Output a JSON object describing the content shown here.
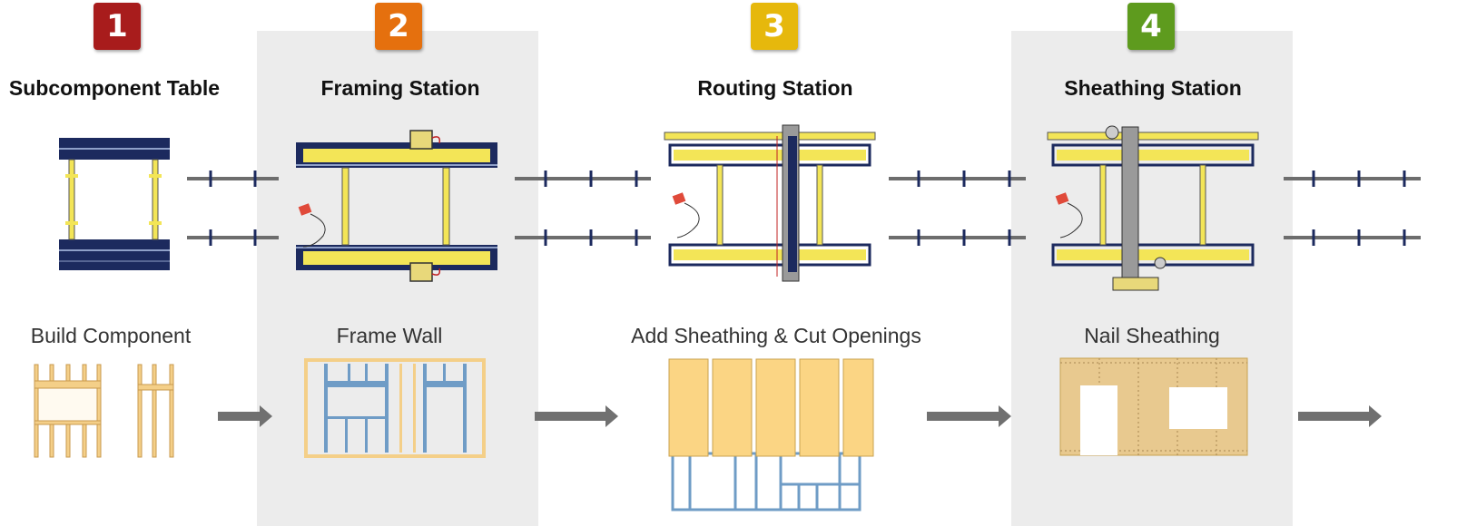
{
  "stations": [
    {
      "number": "1",
      "title": "Subcomponent Table",
      "subtitle": "Build Component",
      "color": "#a81c1c"
    },
    {
      "number": "2",
      "title": "Framing Station",
      "subtitle": "Frame Wall",
      "color": "#e5700e"
    },
    {
      "number": "3",
      "title": "Routing Station",
      "subtitle": "Add Sheathing & Cut Openings",
      "color": "#e6b80c"
    },
    {
      "number": "4",
      "title": "Sheathing Station",
      "subtitle": "Nail Sheathing",
      "color": "#5e9b1e"
    }
  ],
  "colors": {
    "shade": "#ececec",
    "frame_blue": "#1c2a5e",
    "beam_yellow": "#f3e557",
    "stud_blue": "#6f9cc6",
    "wood": "#f4cf88",
    "sheathing": "#fbd584",
    "osb": "#e8c98f",
    "arrow_gray": "#707070",
    "rail_gray": "#6d6d6d"
  },
  "icons": [
    "laser-tag-icon",
    "flow-arrow-icon",
    "conveyor-rail-icon"
  ]
}
